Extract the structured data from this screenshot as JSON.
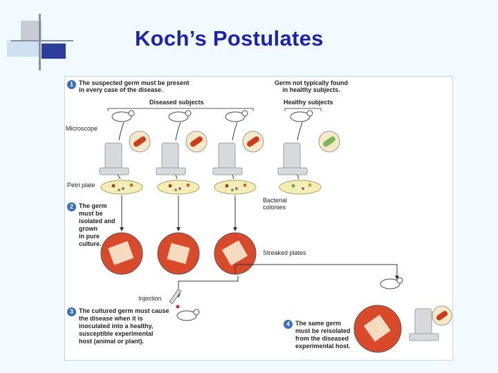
{
  "slide": {
    "title": "Koch’s Postulates"
  },
  "colors": {
    "title": "#1f1fb0",
    "accent_blue": "#3a6fb7",
    "bacteria_red": "#cc3b1f",
    "healthy_green": "#7ab85a",
    "background": "#f1fbff"
  },
  "figure": {
    "step1": {
      "number": "1",
      "line1": "The suspected germ must be present",
      "line2": "in every case of the disease."
    },
    "germ_note": {
      "line1": "Germ not typically found",
      "line2": "in healthy subjects."
    },
    "diseased_subjects": "Diseased subjects",
    "healthy_subjects": "Healthy subjects",
    "microscope": "Microscope",
    "petri_plate": "Petri plate",
    "bacterial_colonies": {
      "line1": "Bacterial",
      "line2": "colonies"
    },
    "step2": {
      "number": "2",
      "lines": [
        "The germ",
        "must be",
        "isolated and",
        "grown",
        "in pure",
        "culture."
      ]
    },
    "streaked_plates": "Streaked plates",
    "injection": "Injection",
    "step3": {
      "number": "3",
      "lines": [
        "The cultured germ must cause",
        "the disease when it is",
        "inoculated into a healthy,",
        "susceptible experimental",
        "host (animal or plant)."
      ]
    },
    "step4": {
      "number": "4",
      "lines": [
        "The same germ",
        "must be reisolated",
        "from the diseased",
        "experimental host."
      ]
    }
  }
}
